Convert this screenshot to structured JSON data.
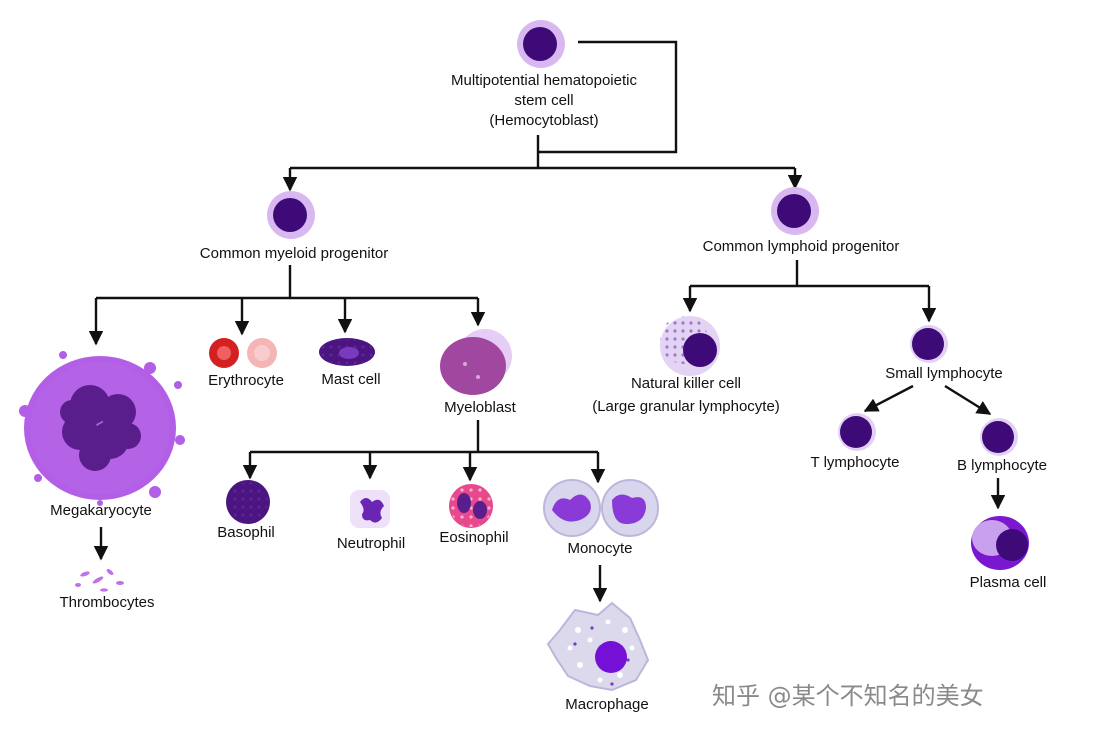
{
  "diagram": {
    "stem_cell": {
      "line1": "Multipotential hematopoietic",
      "line2": "stem cell",
      "line3": "(Hemocytoblast)"
    },
    "myeloid": {
      "progenitor": "Common myeloid progenitor",
      "megakaryocyte": "Megakaryocyte",
      "thrombocytes": "Thrombocytes",
      "erythrocyte": "Erythrocyte",
      "mast_cell": "Mast cell",
      "myeloblast": "Myeloblast",
      "basophil": "Basophil",
      "neutrophil": "Neutrophil",
      "eosinophil": "Eosinophil",
      "monocyte": "Monocyte",
      "macrophage": "Macrophage"
    },
    "lymphoid": {
      "progenitor": "Common lymphoid progenitor",
      "nk_line1": "Natural killer cell",
      "nk_line2": "(Large granular lymphocyte)",
      "small_lymphocyte": "Small lymphocyte",
      "t_lymphocyte": "T lymphocyte",
      "b_lymphocyte": "B lymphocyte",
      "plasma_cell": "Plasma cell"
    },
    "watermark": "知乎 @某个不知名的美女"
  },
  "colors": {
    "nucleus": "#3d0a78",
    "cytoplasm": "#d9b8f2",
    "mega_body": "#b25ee6",
    "mega_nucleus": "#5a1e8c",
    "erythrocyte": "#d42020",
    "myeloblast": "#a0489f",
    "eosin_pink": "#e8488c",
    "line": "#111111"
  }
}
